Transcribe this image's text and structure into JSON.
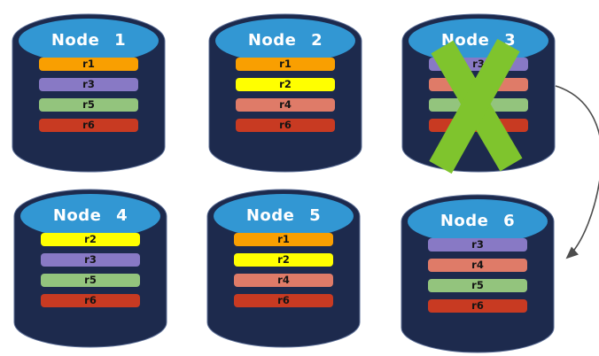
{
  "colors": {
    "background": "#FFFFFF",
    "cylinder_body": "#1D2A4D",
    "cylinder_top": "#3297D3",
    "cylinder_edge": "#5A6C94",
    "title_text": "#FFFFFF",
    "row_text": "#141414",
    "x_mark": "#7FC42D",
    "arrow": "#4D4D4D",
    "r1": "#F99F01",
    "r2": "#FFFF00",
    "r3": "#8879C5",
    "r4": "#DF7B68",
    "r5": "#93C47D",
    "r6": "#C83A22"
  },
  "nodes": [
    {
      "title": "Node 1",
      "rows": [
        {
          "label": "r1",
          "color": "#F99F01"
        },
        {
          "label": "r3",
          "color": "#8879C5"
        },
        {
          "label": "r5",
          "color": "#93C47D"
        },
        {
          "label": "r6",
          "color": "#C83A22"
        }
      ]
    },
    {
      "title": "Node 2",
      "rows": [
        {
          "label": "r1",
          "color": "#F99F01"
        },
        {
          "label": "r2",
          "color": "#FFFF00"
        },
        {
          "label": "r4",
          "color": "#DF7B68"
        },
        {
          "label": "r6",
          "color": "#C83A22"
        }
      ]
    },
    {
      "title": "Node 3",
      "rows": [
        {
          "label": "r3",
          "color": "#8879C5"
        },
        {
          "label": "r4",
          "color": "#DF7B68"
        },
        {
          "label": "r5",
          "color": "#93C47D"
        },
        {
          "label": "r6",
          "color": "#C83A22"
        }
      ]
    },
    {
      "title": "Node 4",
      "rows": [
        {
          "label": "r2",
          "color": "#FFFF00"
        },
        {
          "label": "r3",
          "color": "#8879C5"
        },
        {
          "label": "r5",
          "color": "#93C47D"
        },
        {
          "label": "r6",
          "color": "#C83A22"
        }
      ]
    },
    {
      "title": "Node 5",
      "rows": [
        {
          "label": "r1",
          "color": "#F99F01"
        },
        {
          "label": "r2",
          "color": "#FFFF00"
        },
        {
          "label": "r4",
          "color": "#DF7B68"
        },
        {
          "label": "r6",
          "color": "#C83A22"
        }
      ]
    },
    {
      "title": "Node 6",
      "rows": [
        {
          "label": "r3",
          "color": "#8879C5"
        },
        {
          "label": "r4",
          "color": "#DF7B68"
        },
        {
          "label": "r5",
          "color": "#93C47D"
        },
        {
          "label": "r6",
          "color": "#C83A22"
        }
      ]
    }
  ],
  "overlay": {
    "x_mark_target": "Node 3",
    "arrow_from": "Node 3",
    "arrow_to": "Node 6"
  }
}
